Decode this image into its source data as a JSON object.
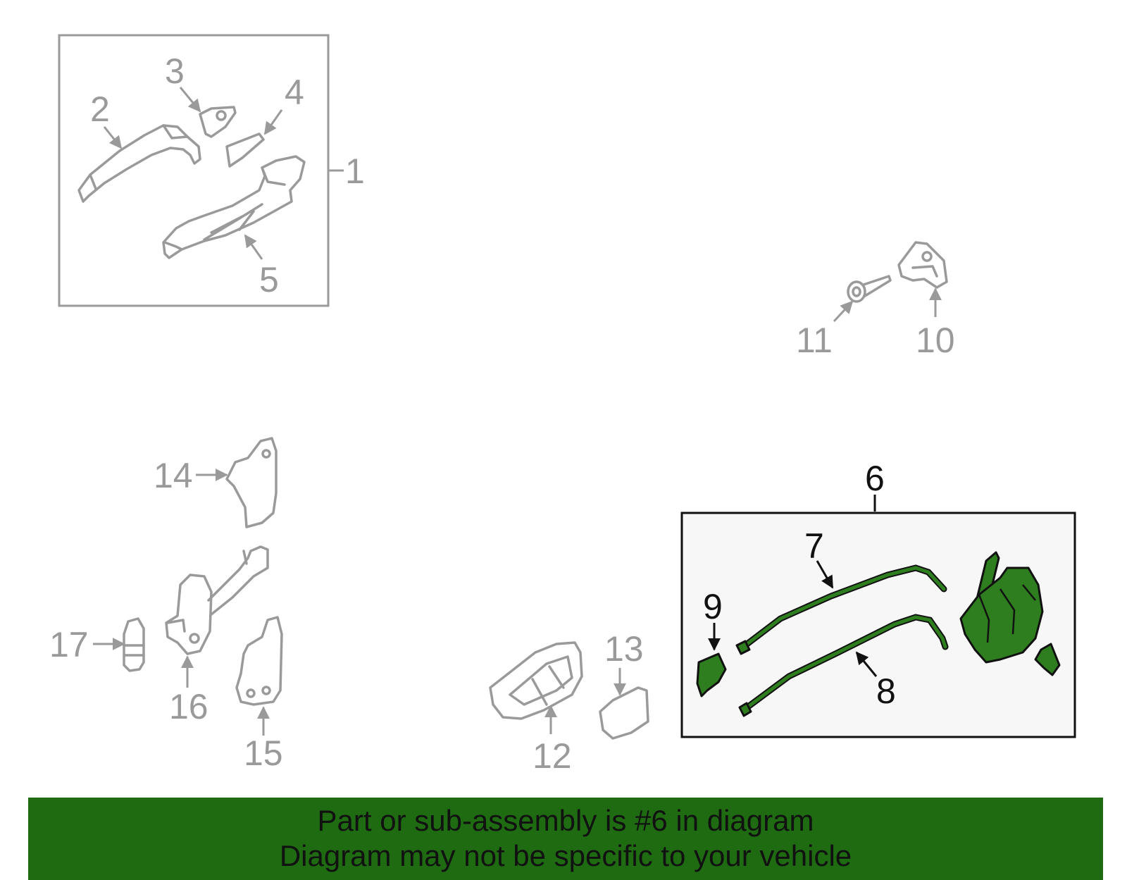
{
  "callouts": {
    "c1": "1",
    "c2": "2",
    "c3": "3",
    "c4": "4",
    "c5": "5",
    "c6": "6",
    "c7": "7",
    "c8": "8",
    "c9": "9",
    "c10": "10",
    "c11": "11",
    "c12": "12",
    "c13": "13",
    "c14": "14",
    "c15": "15",
    "c16": "16",
    "c17": "17"
  },
  "highlight": {
    "callout": "6",
    "color": "#1f6b12",
    "part_color": "#2e7d1f"
  },
  "banner": {
    "line1": "Part or sub-assembly is #6 in diagram",
    "line2": "Diagram may not be specific to your vehicle",
    "color": "#1f6b12"
  },
  "icons": {
    "part2": "outer-handle-icon",
    "part5": "handle-bracket-icon",
    "part6": "door-latch-assembly-icon"
  }
}
